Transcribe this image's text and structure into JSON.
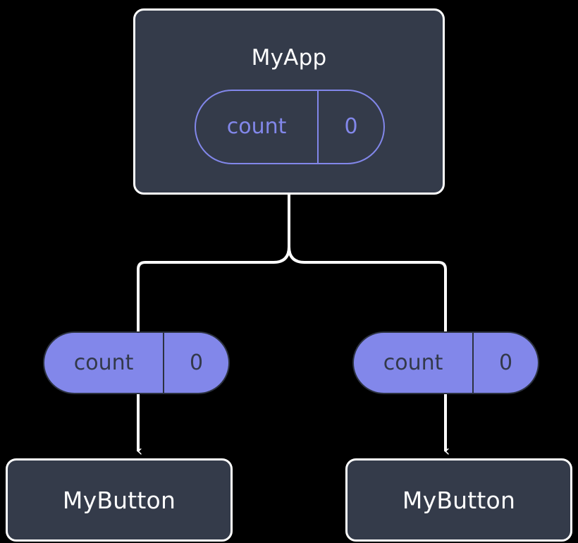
{
  "diagram": {
    "type": "component-tree",
    "background_color": "#000000",
    "accent_color": "#8287ea",
    "box_fill_color": "#343b4a",
    "box_border_color": "#ffffff",
    "connector_color": "#ffffff",
    "root": {
      "name": "root-component",
      "title": "MyApp",
      "state": {
        "key": "count",
        "value": "0"
      }
    },
    "children": [
      {
        "name": "child-component-left",
        "title": "MyButton",
        "prop": {
          "key": "count",
          "value": "0"
        }
      },
      {
        "name": "child-component-right",
        "title": "MyButton",
        "prop": {
          "key": "count",
          "value": "0"
        }
      }
    ]
  }
}
